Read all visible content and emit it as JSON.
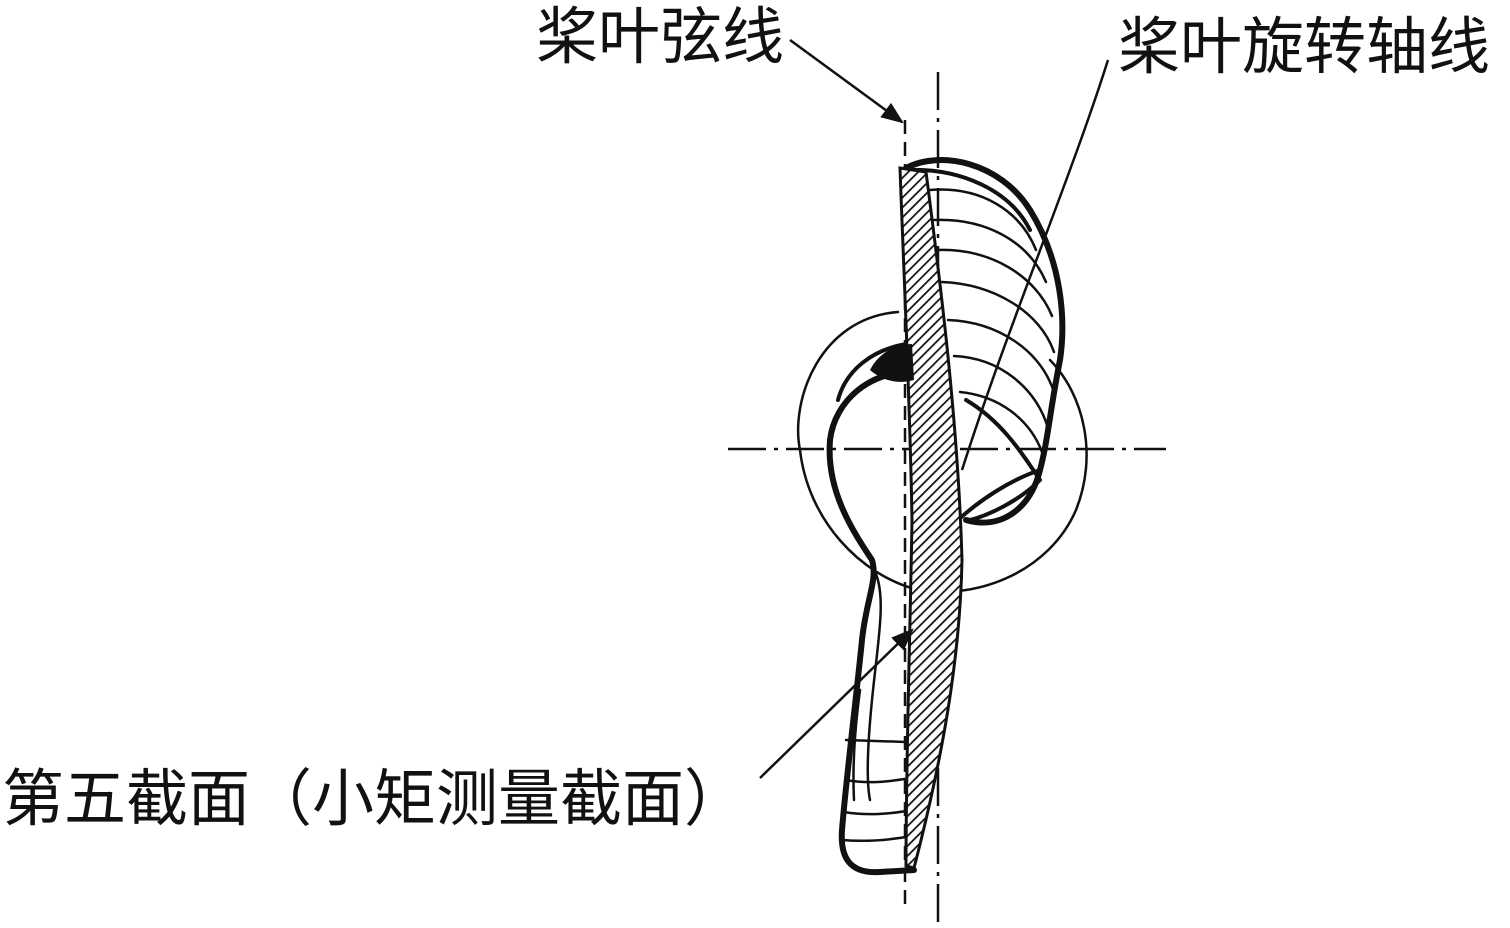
{
  "labels": {
    "blade_chord_line": "桨叶弦线",
    "blade_rotation_axis": "桨叶旋转轴线",
    "fifth_section": "第五截面（小矩测量截面）"
  },
  "colors": {
    "ink": "#111111",
    "background": "#ffffff"
  }
}
